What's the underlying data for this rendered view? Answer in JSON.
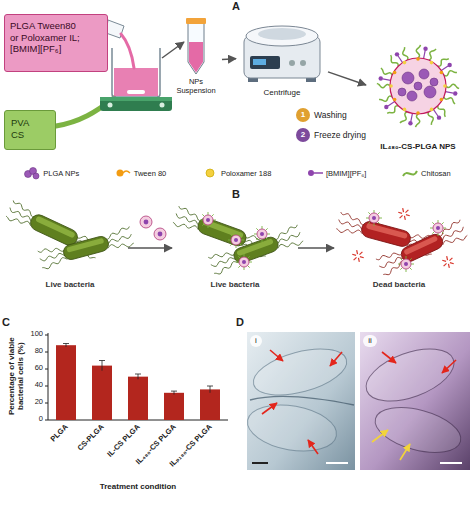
{
  "diagram": {
    "nodes": [
      {
        "text": [
          "PLGA Tween80 or Poloxamer IL; [BMIM][PF₆]"
        ]
      },
      {
        "text": [
          "PVA CS"
        ]
      },
      {
        "text": [
          "NPs Suspension"
        ]
      },
      {
        "text": [
          "Centrifuge"
        ]
      },
      {
        "text": [
          "1",
          "Washing"
        ]
      },
      {
        "text": [
          "2",
          "Freeze drying"
        ]
      },
      {
        "text": [
          "IL₄₈₀-CS-PLGA NPS"
        ]
      },
      {
        "text": [
          "Live bacteria"
        ]
      },
      {
        "text": [
          "Live bacteria"
        ]
      },
      {
        "text": [
          "Dead bacteria"
        ]
      }
    ],
    "edges": [
      {
        "from": 2,
        "to": 3,
        "arrow": "to"
      },
      {
        "from": 3,
        "to": 6,
        "arrow": "to"
      },
      {
        "from": 7,
        "to": 8,
        "arrow": "to"
      },
      {
        "from": 8,
        "to": 9,
        "arrow": "to"
      }
    ],
    "labels": [
      "A",
      "B",
      "C",
      "Percentage of viable bacterial cells (%)",
      "100",
      "80",
      "60",
      "40",
      "20",
      "0",
      "PLGA",
      "CS-PLGA",
      "IL-CS PLGA",
      "IL₄₈₀-CS PLGA",
      "ILₚ₁₈₈-CS PLGA",
      "Treatment condition",
      "D",
      "i",
      "ii"
    ],
    "legend": [
      {
        "text": "PLGA NPs"
      },
      {
        "text": "Tween 80"
      },
      {
        "text": "Poloxamer 188"
      },
      {
        "text": "[BMIM][PF₆]"
      },
      {
        "text": "Chitosan"
      }
    ]
  }
}
